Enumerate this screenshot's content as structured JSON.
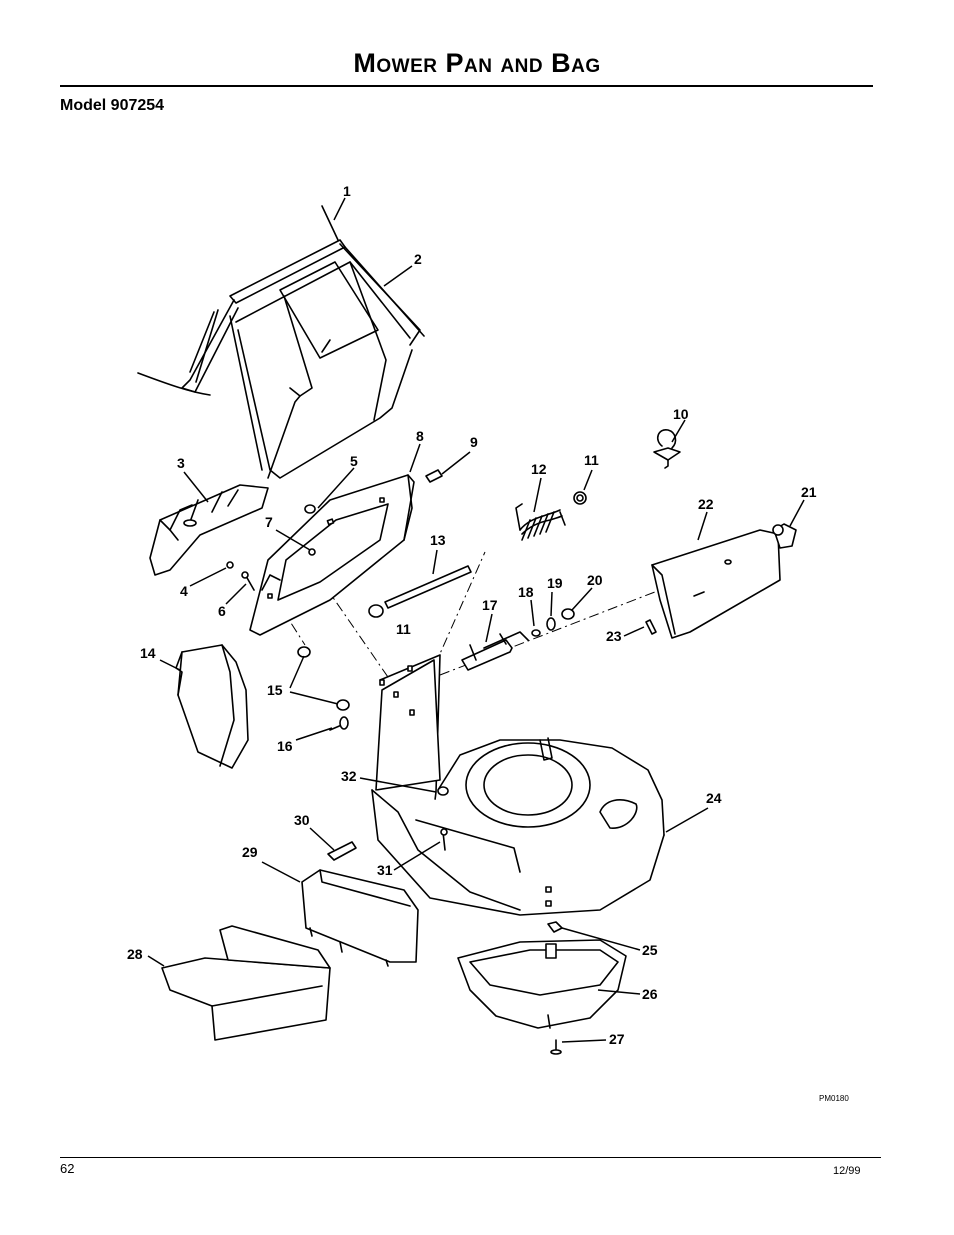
{
  "page": {
    "title": "Mower Pan and Bag",
    "model": "Model 907254",
    "page_number": "62",
    "revision_date": "12/99",
    "drawing_code": "PM0180"
  },
  "callouts": [
    {
      "id": "c1",
      "label": "1"
    },
    {
      "id": "c2",
      "label": "2"
    },
    {
      "id": "c3",
      "label": "3"
    },
    {
      "id": "c4",
      "label": "4"
    },
    {
      "id": "c5",
      "label": "5"
    },
    {
      "id": "c6",
      "label": "6"
    },
    {
      "id": "c7",
      "label": "7"
    },
    {
      "id": "c8",
      "label": "8"
    },
    {
      "id": "c9",
      "label": "9"
    },
    {
      "id": "c10",
      "label": "10"
    },
    {
      "id": "c11a",
      "label": "11"
    },
    {
      "id": "c11b",
      "label": "11"
    },
    {
      "id": "c12",
      "label": "12"
    },
    {
      "id": "c13",
      "label": "13"
    },
    {
      "id": "c14",
      "label": "14"
    },
    {
      "id": "c15",
      "label": "15"
    },
    {
      "id": "c16",
      "label": "16"
    },
    {
      "id": "c17",
      "label": "17"
    },
    {
      "id": "c18",
      "label": "18"
    },
    {
      "id": "c19",
      "label": "19"
    },
    {
      "id": "c20",
      "label": "20"
    },
    {
      "id": "c21",
      "label": "21"
    },
    {
      "id": "c22",
      "label": "22"
    },
    {
      "id": "c23",
      "label": "23"
    },
    {
      "id": "c24",
      "label": "24"
    },
    {
      "id": "c25",
      "label": "25"
    },
    {
      "id": "c26",
      "label": "26"
    },
    {
      "id": "c27",
      "label": "27"
    },
    {
      "id": "c28",
      "label": "28"
    },
    {
      "id": "c29",
      "label": "29"
    },
    {
      "id": "c30",
      "label": "30"
    },
    {
      "id": "c31",
      "label": "31"
    },
    {
      "id": "c32",
      "label": "32"
    }
  ]
}
